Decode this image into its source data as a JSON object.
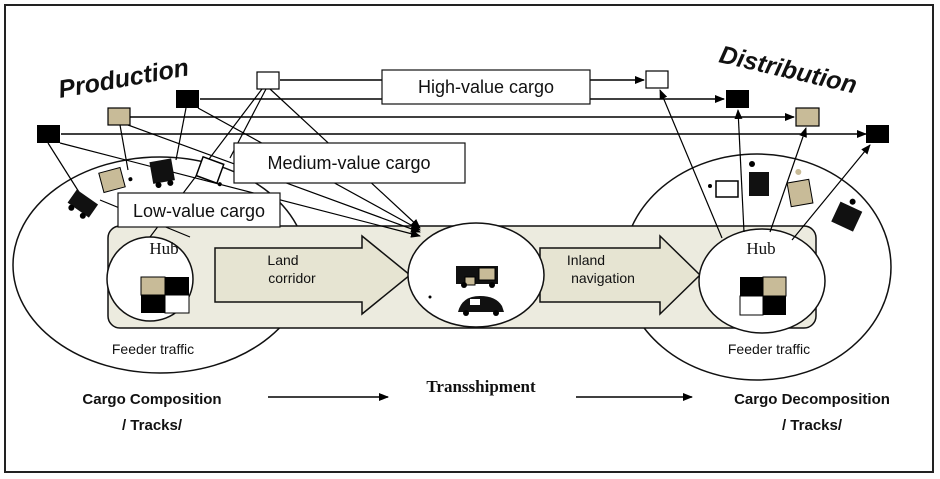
{
  "titles": {
    "production": "Production",
    "distribution": "Distribution"
  },
  "cargo_labels": {
    "high": "High-value cargo",
    "medium": "Medium-value cargo",
    "low": "Low-value cargo"
  },
  "hubs": {
    "left": "Hub",
    "right": "Hub"
  },
  "corridors": {
    "land_line1": "Land",
    "land_line2": "corridor",
    "inland_line1": "Inland",
    "inland_line2": "navigation"
  },
  "feeder": {
    "left": "Feeder traffic",
    "right": "Feeder traffic"
  },
  "bottom": {
    "composition_line1": "Cargo Composition",
    "composition_line2": "/ Tracks/",
    "transshipment": "Transshipment",
    "decomposition_line1": "Cargo Decomposition",
    "decomposition_line2": "/ Tracks/"
  },
  "colors": {
    "high": "#ffffff",
    "medium": "#c8bb98",
    "low": "#000000",
    "band": "#ecebdf",
    "arrow_fill": "#e6e4d2"
  }
}
